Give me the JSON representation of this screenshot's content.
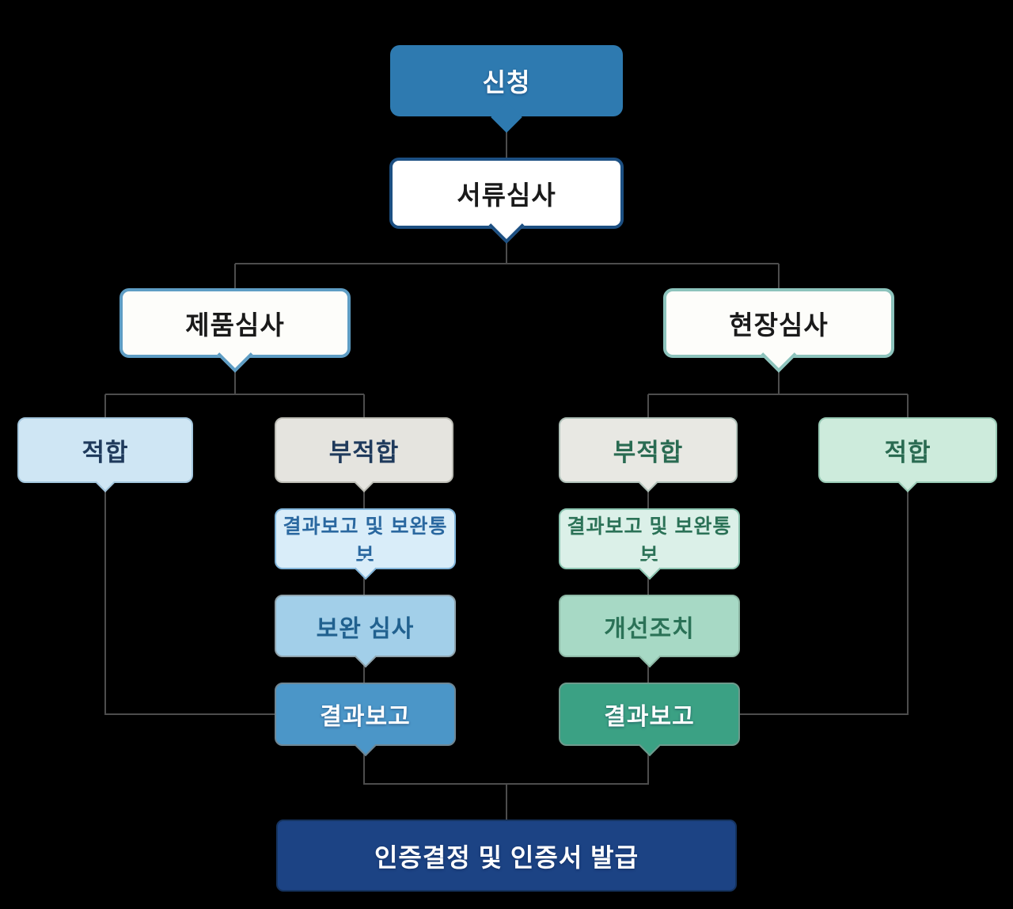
{
  "diagram": {
    "title_semantic": "certification-process-flowchart",
    "background": "#000000",
    "connector_color": "#4d4d4d",
    "nodes": {
      "apply": {
        "label": "신청",
        "fill": "#2e7ab0",
        "text_color": "#ffffff"
      },
      "document_review": {
        "label": "서류심사",
        "fill": "#ffffff",
        "border": "#1c4f82",
        "text_color": "#1a1a1a"
      },
      "product_review": {
        "label": "제품심사",
        "fill": "#fdfdfa",
        "border": "#5e9dc4",
        "text_color": "#1a1a1a"
      },
      "site_review": {
        "label": "현장심사",
        "fill": "#fdfdfa",
        "border": "#8cc3bc",
        "text_color": "#1a1a1a"
      },
      "product_pass": {
        "label": "적합",
        "fill": "#cfe6f4",
        "border": "#a3c6dd",
        "text_color": "#1f3a5c"
      },
      "product_fail": {
        "label": "부적합",
        "fill": "#e5e4df",
        "border": "#bcbcb4",
        "text_color": "#1f3a5c"
      },
      "site_fail": {
        "label": "부적합",
        "fill": "#e8e8e3",
        "border": "#afc0b8",
        "text_color": "#2a6b52"
      },
      "site_pass": {
        "label": "적합",
        "fill": "#cdebdc",
        "border": "#99cab5",
        "text_color": "#2a6b52"
      },
      "product_report_notice": {
        "label": "결과보고 및 보완통보",
        "fill": "#d9edf9",
        "border": "#82b5da",
        "text_color": "#2a68a0"
      },
      "supplement_review": {
        "label": "보완 심사",
        "fill": "#a2cfe9",
        "border": "#8fa3ad",
        "text_color": "#21618f"
      },
      "product_result_report": {
        "label": "결과보고",
        "fill": "#4b96c8",
        "border": "#6e8694",
        "text_color": "#ffffff"
      },
      "site_report_notice": {
        "label": "결과보고 및 보완통보",
        "fill": "#dbf0e8",
        "border": "#8cc5b1",
        "text_color": "#2b7257"
      },
      "improvement_action": {
        "label": "개선조치",
        "fill": "#a7d9c5",
        "border": "#8db8a5",
        "text_color": "#2b7257"
      },
      "site_result_report": {
        "label": "결과보고",
        "fill": "#3ba184",
        "border": "#6e9a8c",
        "text_color": "#ffffff"
      },
      "certification_decision": {
        "label": "인증결정 및 인증서 발급",
        "fill": "#1c4384",
        "text_color": "#ffffff"
      }
    }
  }
}
